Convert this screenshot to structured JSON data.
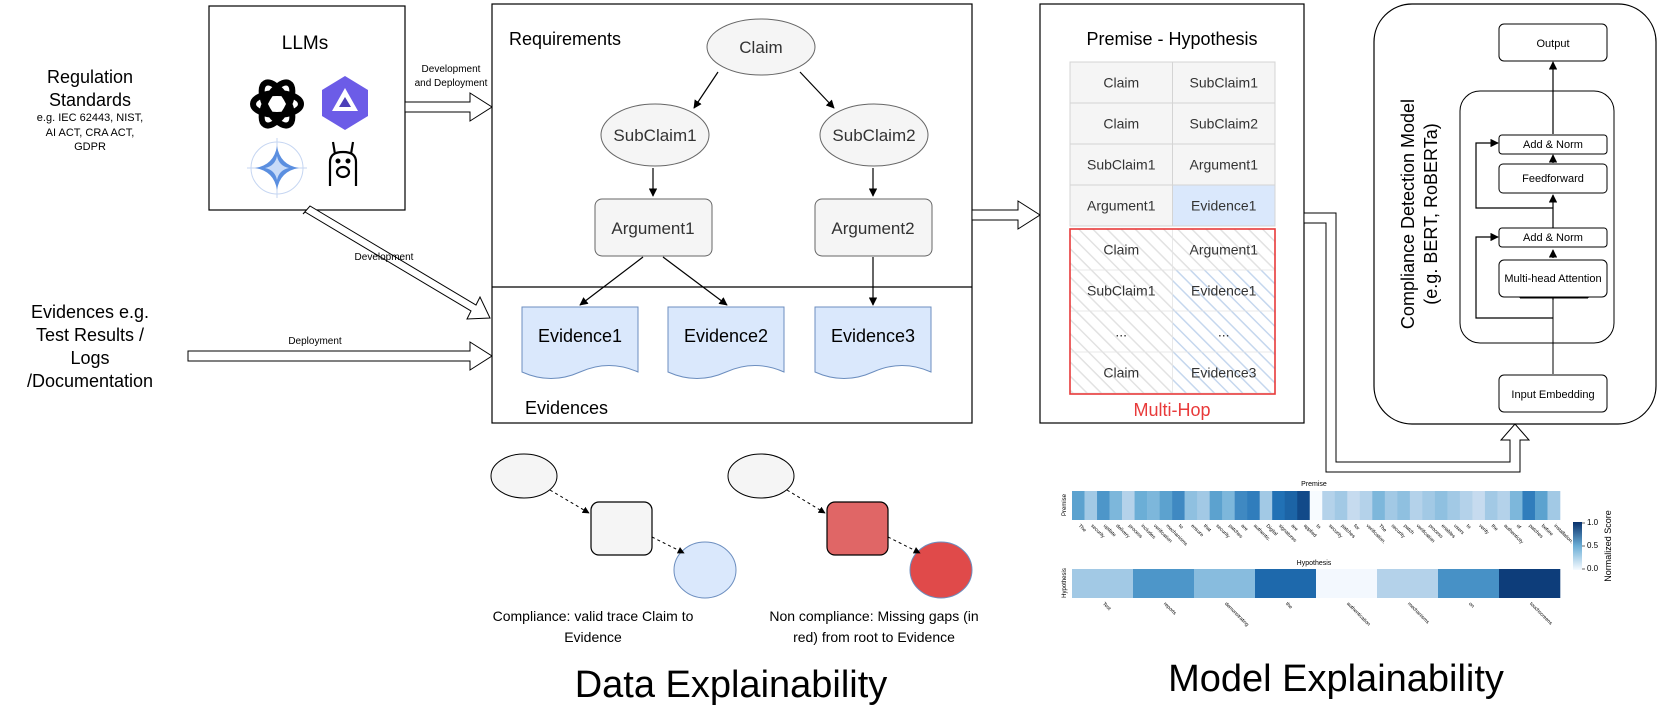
{
  "left": {
    "regulation_lines": [
      "Regulation",
      "Standards"
    ],
    "regulation_eg_lines": [
      "e.g. IEC 62443, NIST,",
      "AI ACT, CRA ACT,",
      "GDPR"
    ],
    "evidence_lines": [
      "Evidences e.g.",
      "Test Results /",
      "Logs",
      "/Documentation"
    ],
    "llms_title": "LLMs",
    "llm_icons": [
      "openai-logo-icon",
      "qwen-logo-icon",
      "gemini-star-icon",
      "llama-logo-icon"
    ]
  },
  "arrows": {
    "dev_deploy_lines": [
      "Development",
      "and Deployment"
    ],
    "development": "Development",
    "deployment": "Deployment"
  },
  "requirements": {
    "title": "Requirements",
    "claim": "Claim",
    "subclaim1": "SubClaim1",
    "subclaim2": "SubClaim2",
    "argument1": "Argument1",
    "argument2": "Argument2",
    "evidences_title": "Evidences",
    "evidence1": "Evidence1",
    "evidence2": "Evidence2",
    "evidence3": "Evidence3"
  },
  "premise_hypothesis": {
    "title": "Premise - Hypothesis",
    "rows": [
      [
        "Claim",
        "SubClaim1"
      ],
      [
        "Claim",
        "SubClaim2"
      ],
      [
        "SubClaim1",
        "Argument1"
      ],
      [
        "Argument1",
        "Evidence1"
      ]
    ],
    "multihop_rows": [
      [
        "Claim",
        "Argument1"
      ],
      [
        "SubClaim1",
        "Evidence1"
      ],
      [
        "...",
        "..."
      ],
      [
        "Claim",
        "Evidence3"
      ]
    ],
    "multihop_label": "Multi-Hop",
    "multihop_color": "#e83a3a"
  },
  "model": {
    "title_lines": [
      "Compliance Detection Model",
      "(e.g. BERT, RoBERTa)"
    ],
    "output": "Output",
    "add_norm_top": "Add & Norm",
    "feedforward": "Feedforward",
    "add_norm_bottom": "Add & Norm",
    "attention": "Multi-head Attention",
    "embedding": "Input Embedding"
  },
  "data_explainability": {
    "title": "Data Explainability",
    "compliance_lines": [
      "Compliance: valid trace Claim to",
      "Evidence"
    ],
    "noncompliance_lines": [
      "Non compliance: Missing gaps (in",
      "red) from root to Evidence"
    ],
    "missing_color": "#e06666"
  },
  "model_explainability": {
    "title": "Model Explainability",
    "premise_label": "Premise",
    "hypothesis_label": "Hypothesis",
    "premise_axis": "Premise",
    "hypothesis_axis": "Hypothesis",
    "colorbar_label": "Normalized Score",
    "colorbar_ticks": [
      "1.0",
      "0.5",
      "0.0"
    ],
    "premise_tokens": [
      "The",
      "security",
      "update",
      "delivery",
      "process",
      "includes",
      "verification",
      "mechanisms",
      "to",
      "ensure",
      "that",
      "security",
      "patches",
      "are",
      "authentic.",
      "Digital",
      "signatures",
      "are",
      "applied",
      "to",
      "security",
      "patches",
      "for",
      "verification.",
      "The",
      "security",
      "patch",
      "verification",
      "process",
      "enables",
      "users",
      "to",
      "verify",
      "the",
      "authenticity",
      "of",
      "patches",
      "before",
      "installation."
    ],
    "premise_scores": [
      0.55,
      0.35,
      0.6,
      0.45,
      0.3,
      0.5,
      0.45,
      0.55,
      0.65,
      0.4,
      0.35,
      0.55,
      0.45,
      0.65,
      0.7,
      0.35,
      0.75,
      0.8,
      0.9,
      0.0,
      0.3,
      0.35,
      0.25,
      0.3,
      0.45,
      0.35,
      0.4,
      0.3,
      0.35,
      0.4,
      0.35,
      0.3,
      0.25,
      0.35,
      0.3,
      0.45,
      0.7,
      0.55,
      0.35
    ],
    "hypothesis_tokens": [
      "Test",
      "reports",
      "demonstrating",
      "the",
      "authentication",
      "mechanisms",
      "on",
      "touchscreens"
    ],
    "hypothesis_scores": [
      0.35,
      0.6,
      0.42,
      0.78,
      0.02,
      0.3,
      0.62,
      0.95
    ]
  }
}
